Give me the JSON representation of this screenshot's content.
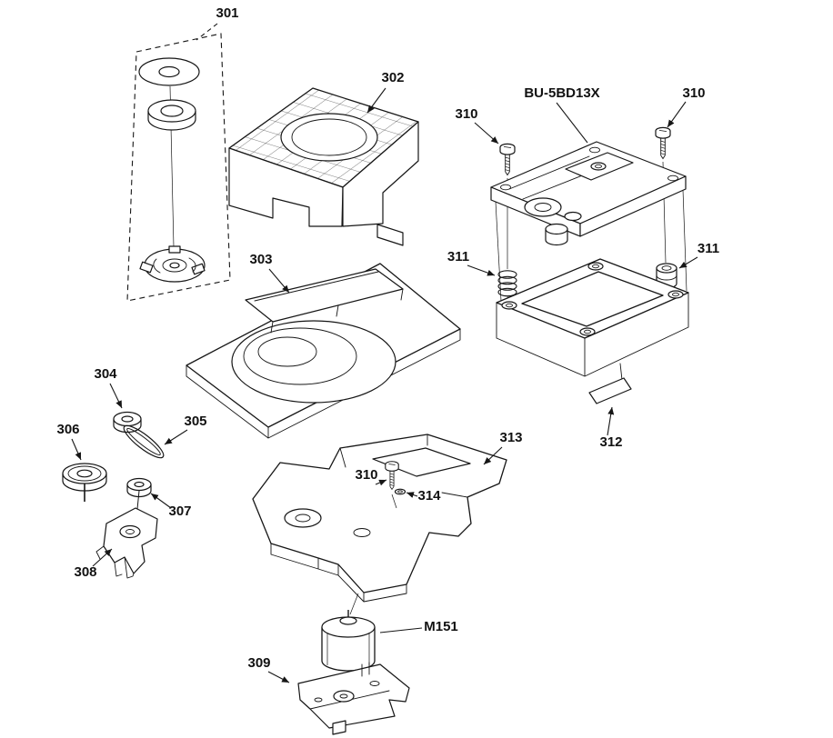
{
  "meta": {
    "type": "exploded-parts-diagram",
    "background_color": "#ffffff",
    "line_color": "#161616"
  },
  "callouts": [
    {
      "id": "301",
      "text": "301"
    },
    {
      "id": "302",
      "text": "302"
    },
    {
      "id": "bu-5bd13x",
      "text": "BU-5BD13X"
    },
    {
      "id": "310-top-left",
      "text": "310"
    },
    {
      "id": "310-top-right",
      "text": "310"
    },
    {
      "id": "311-left",
      "text": "311"
    },
    {
      "id": "311-right",
      "text": "311"
    },
    {
      "id": "303",
      "text": "303"
    },
    {
      "id": "312",
      "text": "312"
    },
    {
      "id": "304",
      "text": "304"
    },
    {
      "id": "305",
      "text": "305"
    },
    {
      "id": "306",
      "text": "306"
    },
    {
      "id": "307",
      "text": "307"
    },
    {
      "id": "308",
      "text": "308"
    },
    {
      "id": "313",
      "text": "313"
    },
    {
      "id": "310-middle",
      "text": "310"
    },
    {
      "id": "314",
      "text": "314"
    },
    {
      "id": "m151",
      "text": "M151"
    },
    {
      "id": "309",
      "text": "309"
    }
  ]
}
